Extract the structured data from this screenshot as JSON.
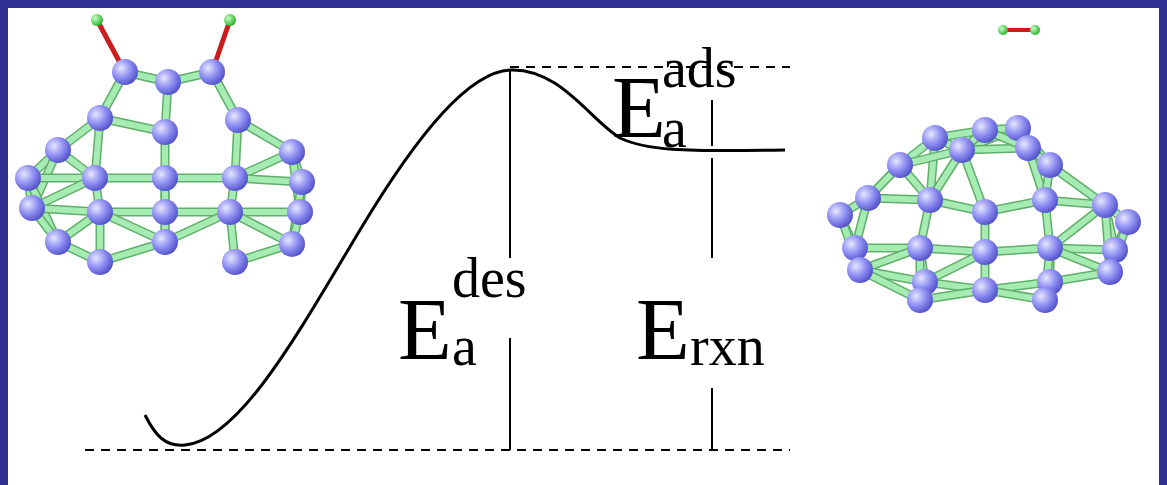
{
  "diagram": {
    "labels": [
      "E",
      "des",
      "a",
      "E",
      "ads",
      "a",
      "E",
      "rxn"
    ]
  }
}
